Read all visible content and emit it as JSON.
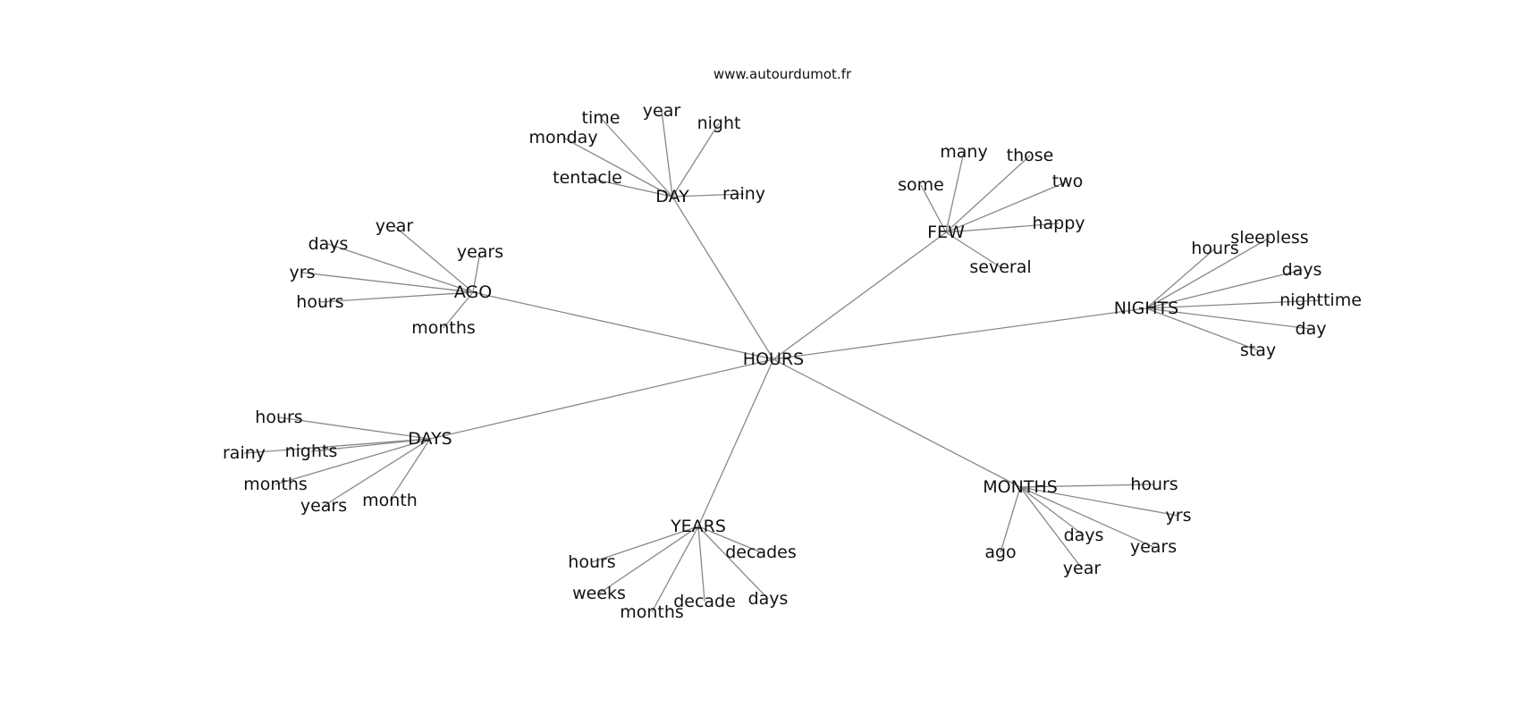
{
  "watermark": "www.autourdumot.fr",
  "graph": {
    "center": "HOURS",
    "clusters": [
      {
        "id": "day",
        "label": "DAY",
        "words": [
          "time",
          "year",
          "night",
          "monday",
          "tentacle",
          "rainy"
        ]
      },
      {
        "id": "few",
        "label": "FEW",
        "words": [
          "many",
          "those",
          "some",
          "two",
          "happy",
          "several"
        ]
      },
      {
        "id": "ago",
        "label": "AGO",
        "words": [
          "year",
          "days",
          "years",
          "yrs",
          "hours",
          "months"
        ]
      },
      {
        "id": "nights",
        "label": "NIGHTS",
        "words": [
          "hours",
          "sleepless",
          "days",
          "nighttime",
          "day",
          "stay"
        ]
      },
      {
        "id": "days",
        "label": "DAYS",
        "words": [
          "hours",
          "rainy",
          "nights",
          "months",
          "years",
          "month"
        ]
      },
      {
        "id": "years",
        "label": "YEARS",
        "words": [
          "hours",
          "decades",
          "weeks",
          "months",
          "decade",
          "days"
        ]
      },
      {
        "id": "months",
        "label": "MONTHS",
        "words": [
          "hours",
          "yrs",
          "days",
          "years",
          "ago",
          "year"
        ]
      }
    ]
  }
}
